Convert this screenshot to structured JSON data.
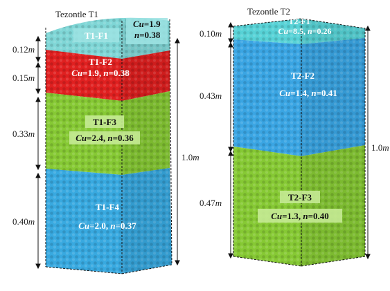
{
  "columns": [
    {
      "title": "Tezontle T1",
      "total_height": "1.0",
      "total_unit": "m",
      "extra_label": {
        "cu_prefix": "Cu",
        "cu_value": "=1.9",
        "n_prefix": "n",
        "n_value": "=0.38"
      },
      "layers": [
        {
          "name": "T1-F1",
          "thickness": "0.12",
          "unit": "m",
          "color": "#7fd6d6",
          "cu": "",
          "n": ""
        },
        {
          "name": "T1-F2",
          "thickness": "0.15",
          "unit": "m",
          "color": "#e02020",
          "cu": "=1.9, ",
          "n": "=0.38"
        },
        {
          "name": "T1-F3",
          "thickness": "0.33",
          "unit": "m",
          "color": "#86c934",
          "cu": "=2.4, ",
          "n": "=0.36"
        },
        {
          "name": "T1-F4",
          "thickness": "0.40",
          "unit": "m",
          "color": "#38a9e0",
          "cu": "=2.0, ",
          "n": "=0.37"
        }
      ]
    },
    {
      "title": "Tezontle T2",
      "total_height": "1.0",
      "total_unit": "m",
      "layers": [
        {
          "name": "T2-F1",
          "thickness": "0.10",
          "unit": "m",
          "color": "#57d2d6",
          "cu": "=8.5, ",
          "n": "=0.26"
        },
        {
          "name": "T2-F2",
          "thickness": "0.43",
          "unit": "m",
          "color": "#3aa5e3",
          "cu": "=1.4, ",
          "n": "=0.41"
        },
        {
          "name": "T2-F3",
          "thickness": "0.47",
          "unit": "m",
          "color": "#86c934",
          "cu": "=1.3, ",
          "n": "=0.40"
        }
      ]
    }
  ],
  "symbols": {
    "cu": "Cu",
    "n": "n"
  }
}
